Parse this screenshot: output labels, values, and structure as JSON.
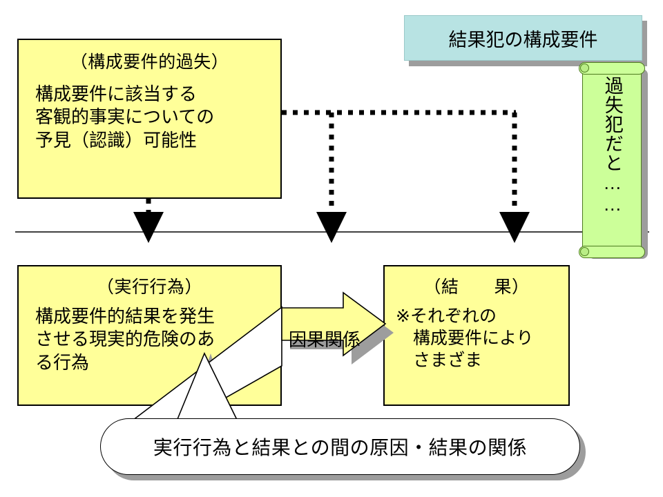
{
  "slide": {
    "title_banner": {
      "text": "結果犯の構成要件",
      "bg": "#b8e3e3"
    },
    "scroll_note": {
      "text": "過失犯だと……",
      "bg": "#ccff99"
    },
    "boxes": [
      {
        "id": "kouseiyouken-teki-kashitsu",
        "title": "（構成要件的過失）",
        "body": "構成要件に該当する\n客観的事実についての\n予見（認識）可能性",
        "bg": "#ffff99"
      },
      {
        "id": "jikkou-koui",
        "title": "（実行行為）",
        "body": "構成要件的結果を発生\nさせる現実的危険のあ\nる行為",
        "bg": "#ffff99"
      },
      {
        "id": "kekka",
        "title": "（結　　果）",
        "body": "※それぞれの\n　構成要件により\n　さまざま",
        "bg": "#ffff99"
      }
    ],
    "causal_arrow": {
      "label": "因果関係",
      "fill": "#ffff99"
    },
    "callout": {
      "text": "実行行為と結果との間の原因・結果の関係"
    },
    "connectors": {
      "dotted_arrow_count": 3,
      "style": "dotted",
      "color": "#000000"
    },
    "baseline": {
      "color": "#000000"
    }
  }
}
